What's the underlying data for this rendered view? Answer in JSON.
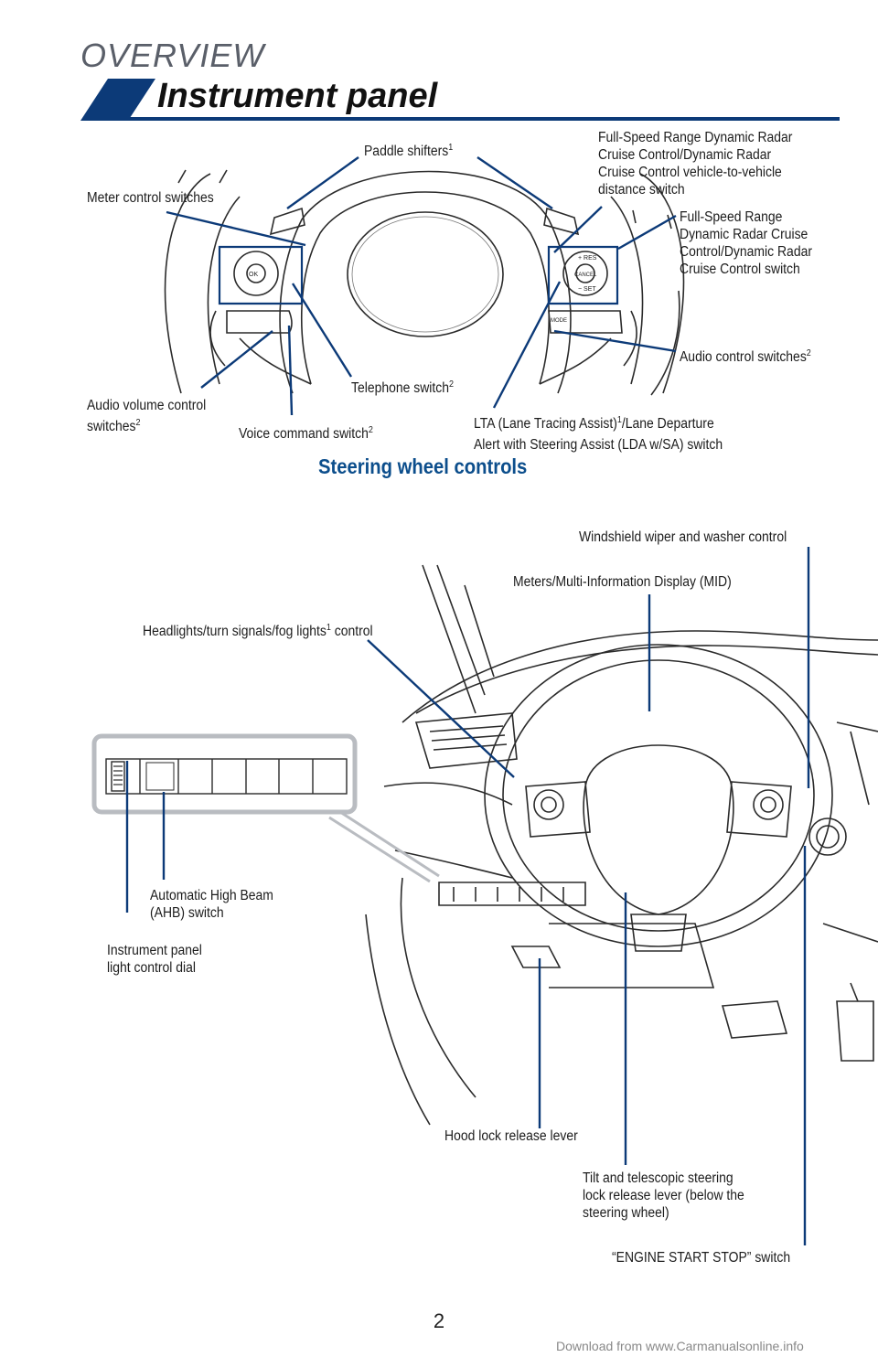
{
  "header": {
    "section": "OVERVIEW",
    "title": "Instrument panel",
    "accent_color": "#0c3a78"
  },
  "steering": {
    "heading": "Steering wheel controls",
    "labels": {
      "paddle": "Paddle shifters",
      "paddle_sup": "1",
      "meter": "Meter control switches",
      "radar_distance": [
        "Full-Speed Range Dynamic Radar",
        "Cruise Control/Dynamic Radar",
        "Cruise Control vehicle-to-vehicle",
        "distance switch"
      ],
      "radar_switch": [
        "Full-Speed Range",
        "Dynamic Radar Cruise",
        "Control/Dynamic Radar",
        "Cruise Control switch"
      ],
      "audio": "Audio control switches",
      "audio_sup": "2",
      "telephone": "Telephone switch",
      "telephone_sup": "2",
      "volume": [
        "Audio volume control",
        "switches"
      ],
      "volume_sup": "2",
      "voice": "Voice command switch",
      "voice_sup": "2",
      "lta_1": "LTA (Lane Tracing Assist)",
      "lta_sup": "1",
      "lta_2": "/Lane Departure",
      "lta_3": "Alert with Steering Assist (LDA w/SA) switch"
    },
    "button_text": {
      "ok": "OK",
      "res": "+ RES",
      "cancel": "CANCEL",
      "set": "− SET",
      "mode": "MODE"
    }
  },
  "dash": {
    "labels": {
      "wiper": "Windshield wiper and washer control",
      "mid": "Meters/Multi-Information Display (MID)",
      "headlights_1": "Headlights/turn signals/fog lights",
      "headlights_sup": "1",
      "headlights_2": " control",
      "ahb": [
        "Automatic High Beam",
        "(AHB) switch"
      ],
      "dial": [
        "Instrument panel",
        "light control dial"
      ],
      "hood": "Hood lock release lever",
      "tilt": [
        "Tilt and telescopic steering",
        "lock release lever (below the",
        "steering wheel)"
      ],
      "engine": "“ENGINE START STOP” switch"
    }
  },
  "page": {
    "number": "2",
    "footer": "Download from www.Carmanualsonline.info"
  }
}
